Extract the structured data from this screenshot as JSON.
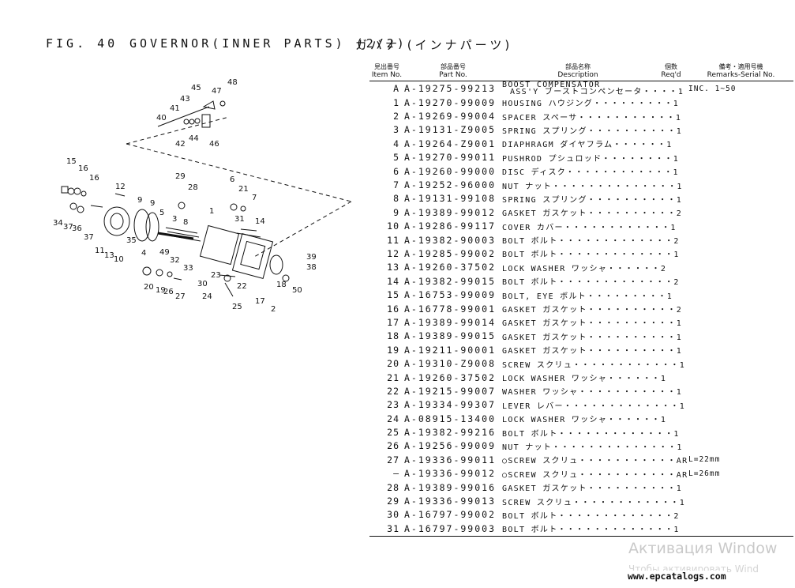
{
  "header": {
    "fig_label": "FIG. 40",
    "title_en": "GOVERNOR(INNER PARTS) (2/2)",
    "title_jp": "ガバナ (インナパーツ)"
  },
  "diagram": {
    "callouts": [
      "48",
      "45",
      "47",
      "41",
      "43",
      "40",
      "44",
      "42",
      "46",
      "15",
      "16",
      "16",
      "12",
      "29",
      "28",
      "6",
      "21",
      "7",
      "9",
      "9",
      "5",
      "3",
      "8",
      "31",
      "14",
      "34",
      "37",
      "36",
      "35",
      "37",
      "11",
      "13",
      "10",
      "4",
      "49",
      "32",
      "33",
      "1",
      "39",
      "38",
      "18",
      "50",
      "20",
      "19",
      "26",
      "27",
      "30",
      "23",
      "22",
      "24",
      "25",
      "17",
      "2"
    ]
  },
  "table": {
    "headers": {
      "item_jp": "見出番号",
      "item_en": "Item No.",
      "part_jp": "部品番号",
      "part_en": "Part No.",
      "desc_jp": "部品名称",
      "desc_en": "Description",
      "qty_jp": "個数",
      "qty_en": "Req'd",
      "rem_jp": "備考・適用号機",
      "rem_en": "Remarks-Serial No."
    },
    "rows": [
      {
        "item": "A",
        "part": "A-19275-99213",
        "desc": "BOOST COMPENSATOR",
        "desc2": "ASS'Y ブーストコンペンセータ・・・・1",
        "qty": "",
        "rem": "INC. 1~50"
      },
      {
        "item": "1",
        "part": "A-19270-99009",
        "desc": "HOUSING ハウジング・・・・・・・・・1",
        "qty": "",
        "rem": ""
      },
      {
        "item": "2",
        "part": "A-19269-99004",
        "desc": "SPACER スペーサ・・・・・・・・・・・1",
        "qty": "",
        "rem": ""
      },
      {
        "item": "3",
        "part": "A-19131-Z9005",
        "desc": "SPRING スプリング・・・・・・・・・・1",
        "qty": "",
        "rem": ""
      },
      {
        "item": "4",
        "part": "A-19264-Z9001",
        "desc": "DIAPHRAGM ダイヤフラム・・・・・・1",
        "qty": "",
        "rem": ""
      },
      {
        "item": "5",
        "part": "A-19270-99011",
        "desc": "PUSHROD プシュロッド・・・・・・・・1",
        "qty": "",
        "rem": ""
      },
      {
        "item": "6",
        "part": "A-19260-99000",
        "desc": "DISC ディスク・・・・・・・・・・・・1",
        "qty": "",
        "rem": ""
      },
      {
        "item": "7",
        "part": "A-19252-96000",
        "desc": "NUT ナット・・・・・・・・・・・・・・1",
        "qty": "",
        "rem": ""
      },
      {
        "item": "8",
        "part": "A-19131-99108",
        "desc": "SPRING スプリング・・・・・・・・・・1",
        "qty": "",
        "rem": ""
      },
      {
        "item": "9",
        "part": "A-19389-99012",
        "desc": "GASKET ガスケット・・・・・・・・・・2",
        "qty": "",
        "rem": ""
      },
      {
        "item": "10",
        "part": "A-19286-99117",
        "desc": "COVER カバー・・・・・・・・・・・・1",
        "qty": "",
        "rem": ""
      },
      {
        "item": "11",
        "part": "A-19382-90003",
        "desc": "BOLT ボルト・・・・・・・・・・・・・2",
        "qty": "",
        "rem": ""
      },
      {
        "item": "12",
        "part": "A-19285-99002",
        "desc": "BOLT ボルト・・・・・・・・・・・・・1",
        "qty": "",
        "rem": ""
      },
      {
        "item": "13",
        "part": "A-19260-37502",
        "desc": "LOCK WASHER ワッシャ・・・・・・2",
        "qty": "",
        "rem": ""
      },
      {
        "item": "14",
        "part": "A-19382-99015",
        "desc": "BOLT ボルト・・・・・・・・・・・・・2",
        "qty": "",
        "rem": ""
      },
      {
        "item": "15",
        "part": "A-16753-99009",
        "desc": "BOLT, EYE ボルト・・・・・・・・・1",
        "qty": "",
        "rem": ""
      },
      {
        "item": "16",
        "part": "A-16778-99001",
        "desc": "GASKET ガスケット・・・・・・・・・・2",
        "qty": "",
        "rem": ""
      },
      {
        "item": "17",
        "part": "A-19389-99014",
        "desc": "GASKET ガスケット・・・・・・・・・・1",
        "qty": "",
        "rem": ""
      },
      {
        "item": "18",
        "part": "A-19389-99015",
        "desc": "GASKET ガスケット・・・・・・・・・・1",
        "qty": "",
        "rem": ""
      },
      {
        "item": "19",
        "part": "A-19211-90001",
        "desc": "GASKET ガスケット・・・・・・・・・・1",
        "qty": "",
        "rem": ""
      },
      {
        "item": "20",
        "part": "A-19310-Z9008",
        "desc": "SCREW スクリュ・・・・・・・・・・・・1",
        "qty": "",
        "rem": ""
      },
      {
        "item": "21",
        "part": "A-19260-37502",
        "desc": "LOCK WASHER ワッシャ・・・・・・1",
        "qty": "",
        "rem": ""
      },
      {
        "item": "22",
        "part": "A-19215-99007",
        "desc": "WASHER ワッシャ・・・・・・・・・・・1",
        "qty": "",
        "rem": ""
      },
      {
        "item": "23",
        "part": "A-19334-99307",
        "desc": "LEVER レバー・・・・・・・・・・・・・1",
        "qty": "",
        "rem": ""
      },
      {
        "item": "24",
        "part": "A-08915-13400",
        "desc": "LOCK WASHER ワッシャ・・・・・・1",
        "qty": "",
        "rem": ""
      },
      {
        "item": "25",
        "part": "A-19382-99216",
        "desc": "BOLT ボルト・・・・・・・・・・・・・1",
        "qty": "",
        "rem": ""
      },
      {
        "item": "26",
        "part": "A-19256-99009",
        "desc": "NUT ナット・・・・・・・・・・・・・・1",
        "qty": "",
        "rem": ""
      },
      {
        "item": "27",
        "part": "A-19336-99011",
        "desc": "○SCREW スクリュ・・・・・・・・・・・AR",
        "qty": "",
        "rem": "L=22mm"
      },
      {
        "item": "—",
        "part": "A-19336-99012",
        "desc": "○SCREW スクリュ・・・・・・・・・・・AR",
        "qty": "",
        "rem": "L=26mm"
      },
      {
        "item": "28",
        "part": "A-19389-99016",
        "desc": "GASKET ガスケット・・・・・・・・・・1",
        "qty": "",
        "rem": ""
      },
      {
        "item": "29",
        "part": "A-19336-99013",
        "desc": "SCREW スクリュ・・・・・・・・・・・・1",
        "qty": "",
        "rem": ""
      },
      {
        "item": "30",
        "part": "A-16797-99002",
        "desc": "BOLT ボルト・・・・・・・・・・・・・2",
        "qty": "",
        "rem": ""
      },
      {
        "item": "31",
        "part": "A-16797-99003",
        "desc": "BOLT ボルト・・・・・・・・・・・・・1",
        "qty": "",
        "rem": ""
      }
    ]
  },
  "overlay": {
    "watermark": "Активация Window",
    "watermark_sub": "Чтобы активировать Wind",
    "site_url": "www.epcatalogs.com"
  }
}
